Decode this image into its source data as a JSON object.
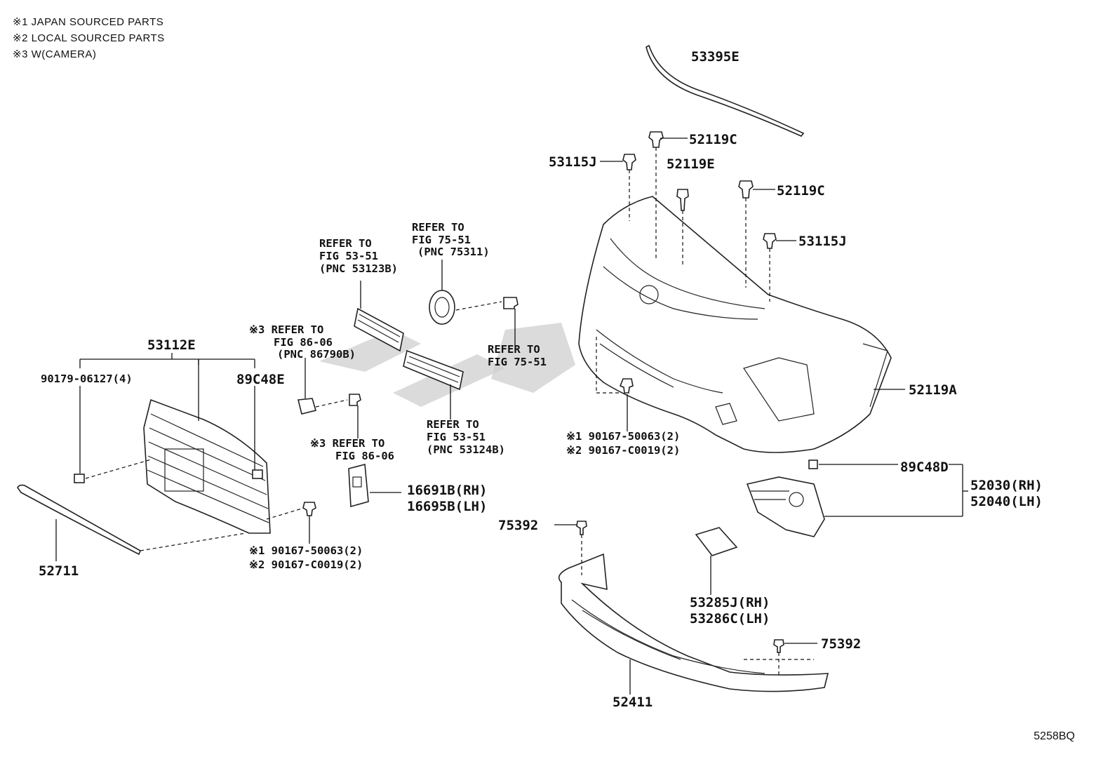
{
  "legend": [
    "※1 JAPAN SOURCED PARTS",
    "※2 LOCAL SOURCED PARTS",
    "※3 W(CAMERA)"
  ],
  "diagram_code": "5258BQ",
  "labels": {
    "p53395E": "53395E",
    "p52119C_a": "52119C",
    "p53115J_a": "53115J",
    "p52119E": "52119E",
    "p52119C_b": "52119C",
    "p53115J_b": "53115J",
    "p52119A": "52119A",
    "p53112E": "53112E",
    "p90179": "90179-06127(4)",
    "p89C48E": "89C48E",
    "p52711": "52711",
    "p89C48D": "89C48D",
    "p52030": "52030(RH)",
    "p52040": "52040(LH)",
    "p16691B": "16691B(RH)",
    "p16695B": "16695B(LH)",
    "p75392_a": "75392",
    "p75392_b": "75392",
    "p53285J": "53285J(RH)",
    "p53286C": "53286C(LH)",
    "p52411": "52411",
    "s1_screw_a": "※1 90167-50063(2)",
    "s2_screw_a": "※2 90167-C0019(2)",
    "s1_screw_b": "※1 90167-50063(2)",
    "s2_screw_b": "※2 90167-C0019(2)"
  },
  "refs": {
    "r53123B": [
      "REFER TO",
      "FIG 53-51",
      "(PNC 53123B)"
    ],
    "r75311": [
      "REFER TO",
      "FIG 75-51",
      "(PNC 75311)"
    ],
    "r75_51": [
      "REFER TO",
      "FIG 75-51"
    ],
    "r86790B": [
      "※3 REFER TO",
      "FIG 86-06",
      "(PNC 86790B)"
    ],
    "r86_06": [
      "※3 REFER TO",
      "FIG 86-06"
    ],
    "r53124B": [
      "REFER TO",
      "FIG 53-51",
      "(PNC 53124B)"
    ]
  }
}
